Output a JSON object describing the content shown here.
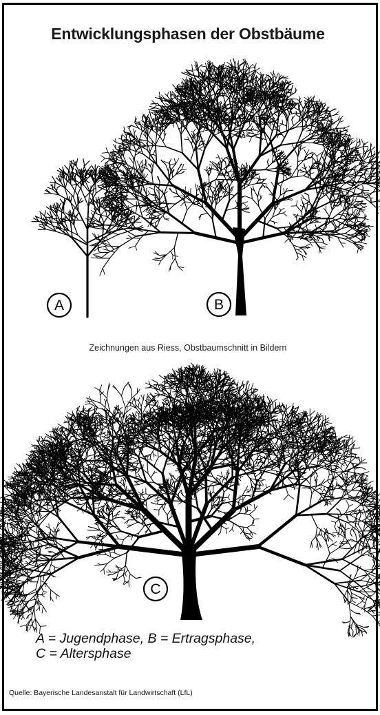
{
  "title": "Entwicklungsphasen der Obstbäume",
  "trees": [
    {
      "badge": "A",
      "icon": "young-tree-icon"
    },
    {
      "badge": "B",
      "icon": "mature-tree-icon"
    },
    {
      "badge": "C",
      "icon": "old-tree-icon"
    }
  ],
  "drawing_credit": "Zeichnungen aus Riess, Obstbaumschnitt in Bildern",
  "legend": {
    "line1": "A = Jugendphase, B = Ertragsphase,",
    "line2": "C = Altersphase"
  },
  "source": "Quelle: Bayerische Landesanstalt für Landwirtschaft (LfL)",
  "colors": {
    "ink": "#000000",
    "background": "#ffffff"
  }
}
